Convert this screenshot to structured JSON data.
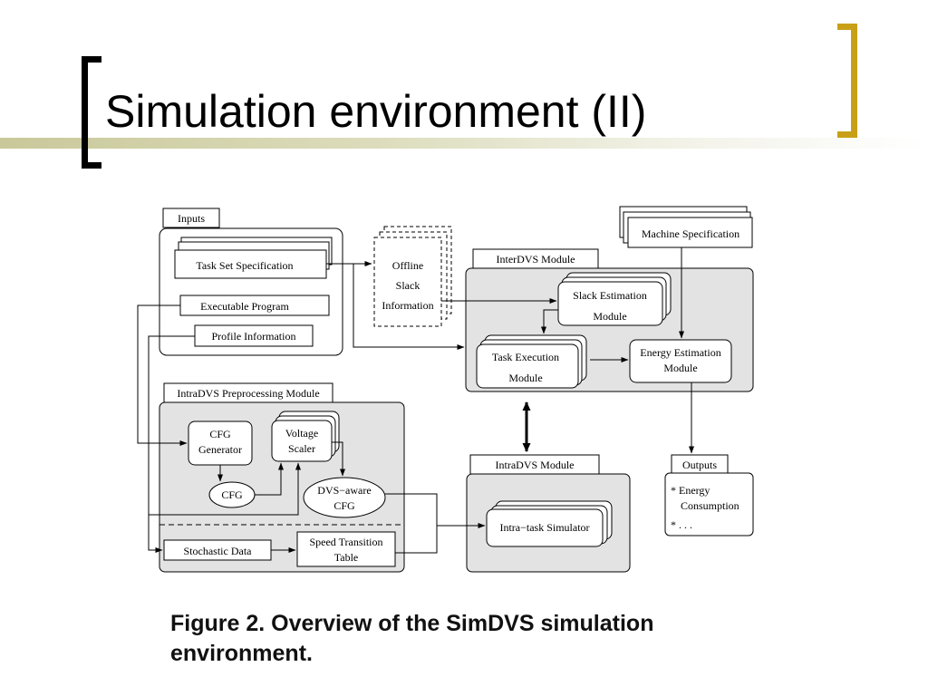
{
  "slide": {
    "title": "Simulation environment (II)",
    "caption": "Figure 2. Overview of the SimDVS simulation environment."
  },
  "colors": {
    "accent_gold": "#c8a018",
    "title_band": "#c9c89a",
    "module_fill": "#e3e3e3"
  },
  "diagram": {
    "inputs": {
      "title": "Inputs",
      "task_set": "Task Set Specification",
      "executable": "Executable Program",
      "profile": "Profile Information"
    },
    "offline_slack": [
      "Offline",
      "Slack",
      "Information"
    ],
    "machine_spec": "Machine Specification",
    "interdvs": {
      "title": "InterDVS Module",
      "slack_estimation": [
        "Slack Estimation",
        "Module"
      ],
      "task_execution": [
        "Task Execution",
        "Module"
      ],
      "energy_estimation": [
        "Energy Estimation",
        "Module"
      ]
    },
    "intradvs_pre": {
      "title": "IntraDVS Preprocessing Module",
      "cfg_generator": [
        "CFG",
        "Generator"
      ],
      "voltage_scaler": [
        "Voltage",
        "Scaler"
      ],
      "cfg": "CFG",
      "dvs_cfg": [
        "DVS−aware",
        "CFG"
      ],
      "stochastic": "Stochastic Data",
      "speed_table": [
        "Speed Transition",
        "Table"
      ]
    },
    "intradvs": {
      "title": "IntraDVS Module",
      "simulator": "Intra−task Simulator"
    },
    "outputs": {
      "title": "Outputs",
      "line1": "* Energy",
      "line2": "Consumption",
      "line3": "* . . ."
    }
  }
}
